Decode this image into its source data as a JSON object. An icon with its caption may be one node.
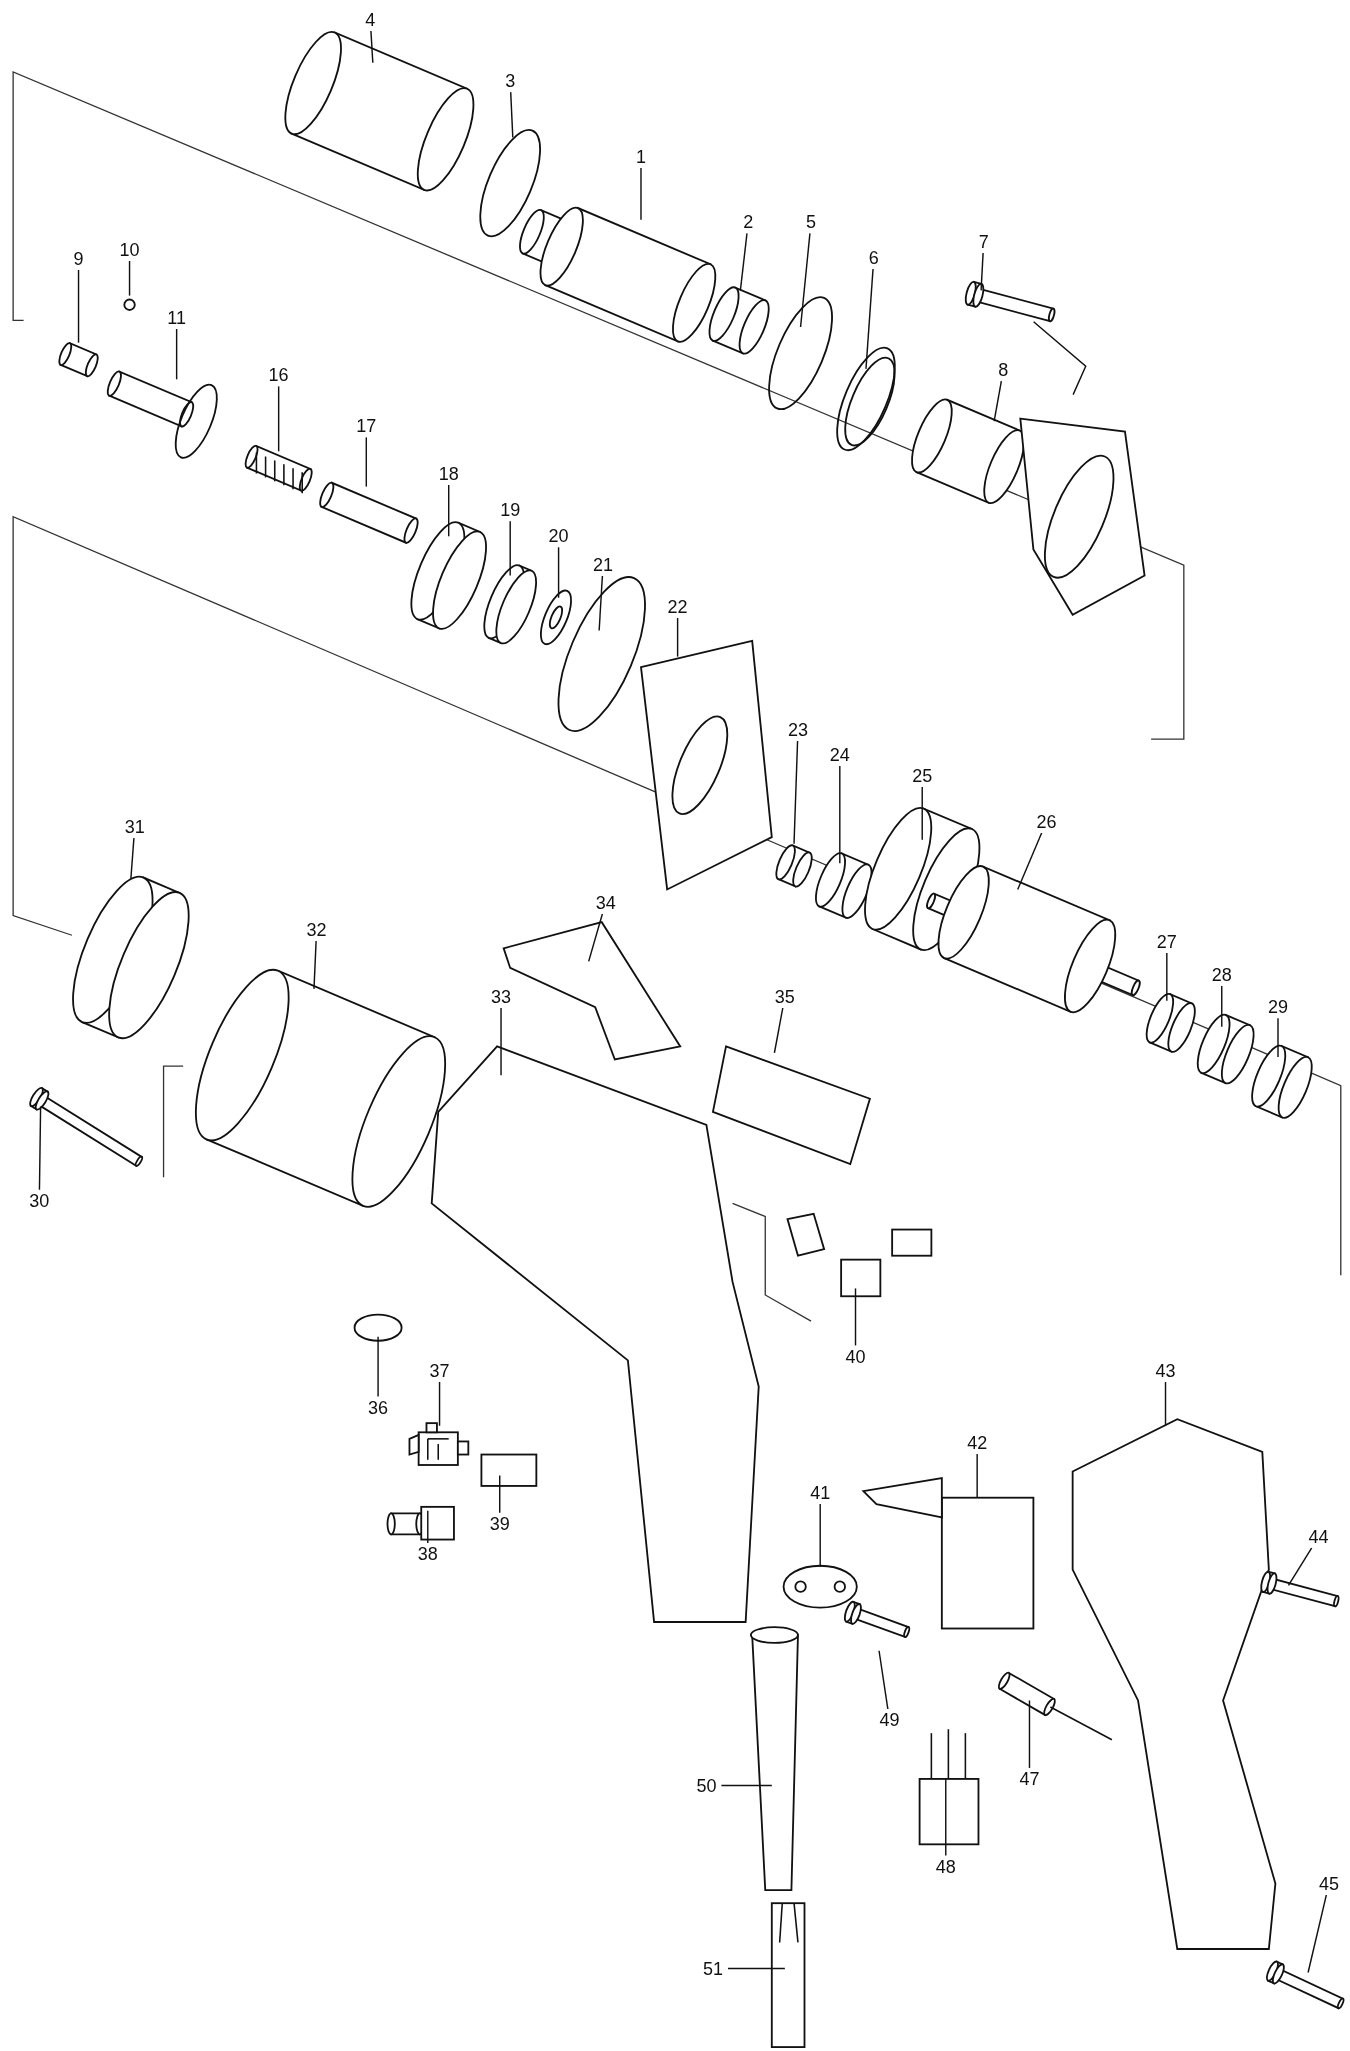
{
  "diagram": {
    "nodes": [
      {
        "text": [
          "1"
        ]
      },
      {
        "text": [
          "2"
        ]
      },
      {
        "text": [
          "3"
        ]
      },
      {
        "text": [
          "4"
        ]
      },
      {
        "text": [
          "5"
        ]
      },
      {
        "text": [
          "6"
        ]
      },
      {
        "text": [
          "7"
        ]
      },
      {
        "text": [
          "8"
        ]
      },
      {
        "text": [
          "9"
        ]
      },
      {
        "text": [
          "10"
        ]
      },
      {
        "text": [
          "11"
        ]
      },
      {
        "text": [
          "16"
        ]
      },
      {
        "text": [
          "17"
        ]
      },
      {
        "text": [
          "18"
        ]
      },
      {
        "text": [
          "19"
        ]
      },
      {
        "text": [
          "20"
        ]
      },
      {
        "text": [
          "21"
        ]
      },
      {
        "text": [
          "22"
        ]
      },
      {
        "text": [
          "23"
        ]
      },
      {
        "text": [
          "24"
        ]
      },
      {
        "text": [
          "25"
        ]
      },
      {
        "text": [
          "26"
        ]
      },
      {
        "text": [
          "27"
        ]
      },
      {
        "text": [
          "28"
        ]
      },
      {
        "text": [
          "29"
        ]
      },
      {
        "text": [
          "30"
        ]
      },
      {
        "text": [
          "31"
        ]
      },
      {
        "text": [
          "32"
        ]
      },
      {
        "text": [
          "33"
        ]
      },
      {
        "text": [
          "34"
        ]
      },
      {
        "text": [
          "35"
        ]
      },
      {
        "text": [
          "36"
        ]
      },
      {
        "text": [
          "37"
        ]
      },
      {
        "text": [
          "38"
        ]
      },
      {
        "text": [
          "39"
        ]
      },
      {
        "text": [
          "40"
        ]
      },
      {
        "text": [
          "41"
        ]
      },
      {
        "text": [
          "42"
        ]
      },
      {
        "text": [
          "43"
        ]
      },
      {
        "text": [
          "44"
        ]
      },
      {
        "text": [
          "45"
        ]
      },
      {
        "text": [
          "47"
        ]
      },
      {
        "text": [
          "48"
        ]
      },
      {
        "text": [
          "49"
        ]
      },
      {
        "text": [
          "50"
        ]
      },
      {
        "text": [
          "51"
        ]
      },
      {
        "text": [],
        "shape": "picture"
      },
      {
        "text": [],
        "shape": "picture"
      },
      {
        "text": [],
        "shape": "circle"
      },
      {
        "text": [],
        "shape": "picture"
      },
      {
        "text": [],
        "shape": "circle"
      },
      {
        "text": [],
        "shape": "picture"
      },
      {
        "text": [],
        "shape": "picture"
      },
      {
        "text": [],
        "shape": "picture"
      },
      {
        "text": [],
        "shape": "picture"
      },
      {
        "text": [],
        "shape": "circle"
      },
      {
        "text": [],
        "shape": "picture"
      },
      {
        "text": [],
        "shape": "picture"
      },
      {
        "text": [],
        "shape": "picture"
      },
      {
        "text": [],
        "shape": "picture"
      },
      {
        "text": [],
        "shape": "picture"
      },
      {
        "text": [],
        "shape": "picture"
      },
      {
        "text": [],
        "shape": "circle"
      },
      {
        "text": [],
        "shape": "picture"
      },
      {
        "text": [],
        "shape": "picture"
      },
      {
        "text": [],
        "shape": "picture"
      },
      {
        "text": [],
        "shape": "picture"
      },
      {
        "text": [],
        "shape": "picture"
      },
      {
        "text": [],
        "shape": "picture"
      },
      {
        "text": [],
        "shape": "picture"
      },
      {
        "text": [],
        "shape": "picture"
      },
      {
        "text": [],
        "shape": "picture"
      },
      {
        "text": [],
        "shape": "picture"
      },
      {
        "text": [],
        "shape": "picture"
      },
      {
        "text": [],
        "shape": "picture"
      },
      {
        "text": [],
        "shape": "picture"
      },
      {
        "text": [],
        "shape": "picture"
      },
      {
        "text": [],
        "shape": "picture"
      },
      {
        "text": [],
        "shape": "picture"
      },
      {
        "text": [],
        "shape": "picture"
      },
      {
        "text": [],
        "shape": "picture"
      },
      {
        "text": [],
        "shape": "picture"
      },
      {
        "text": [],
        "shape": "picture"
      },
      {
        "text": [],
        "shape": "picture"
      },
      {
        "text": [],
        "shape": "picture"
      },
      {
        "text": [],
        "shape": "picture"
      },
      {
        "text": [],
        "shape": "picture"
      },
      {
        "text": [],
        "shape": "picture"
      },
      {
        "text": [],
        "shape": "picture"
      },
      {
        "text": [],
        "shape": "picture"
      },
      {
        "text": [],
        "shape": "picture"
      },
      {
        "text": [],
        "shape": "picture"
      }
    ],
    "edges": [
      {
        "from": 0,
        "to": 46,
        "arrow": "none"
      },
      {
        "from": 1,
        "to": 47,
        "arrow": "none"
      },
      {
        "from": 2,
        "to": 48,
        "arrow": "none"
      },
      {
        "from": 3,
        "to": 49,
        "arrow": "none"
      },
      {
        "from": 4,
        "to": 50,
        "arrow": "none"
      },
      {
        "from": 5,
        "to": 51,
        "arrow": "none"
      },
      {
        "from": 6,
        "to": 52,
        "arrow": "none"
      },
      {
        "from": 7,
        "to": 53,
        "arrow": "none"
      },
      {
        "from": 8,
        "to": 54,
        "arrow": "none"
      },
      {
        "from": 9,
        "to": 55,
        "arrow": "none"
      },
      {
        "from": 10,
        "to": 56,
        "arrow": "none"
      },
      {
        "from": 11,
        "to": 57,
        "arrow": "none"
      },
      {
        "from": 12,
        "to": 58,
        "arrow": "none"
      },
      {
        "from": 13,
        "to": 59,
        "arrow": "none"
      },
      {
        "from": 14,
        "to": 60,
        "arrow": "none"
      },
      {
        "from": 15,
        "to": 61,
        "arrow": "none"
      },
      {
        "from": 16,
        "to": 62,
        "arrow": "none"
      },
      {
        "from": 17,
        "to": 63,
        "arrow": "none"
      },
      {
        "from": 18,
        "to": 64,
        "arrow": "none"
      },
      {
        "from": 19,
        "to": 65,
        "arrow": "none"
      },
      {
        "from": 20,
        "to": 66,
        "arrow": "none"
      },
      {
        "from": 21,
        "to": 67,
        "arrow": "none"
      },
      {
        "from": 22,
        "to": 68,
        "arrow": "none"
      },
      {
        "from": 23,
        "to": 69,
        "arrow": "none"
      },
      {
        "from": 24,
        "to": 70,
        "arrow": "none"
      },
      {
        "from": 25,
        "to": 71,
        "arrow": "none"
      },
      {
        "from": 26,
        "to": 72,
        "arrow": "none"
      },
      {
        "from": 27,
        "to": 73,
        "arrow": "none"
      },
      {
        "from": 28,
        "to": 74,
        "arrow": "none"
      },
      {
        "from": 29,
        "to": 75,
        "arrow": "none"
      },
      {
        "from": 30,
        "to": 76,
        "arrow": "none"
      },
      {
        "from": 31,
        "to": 77,
        "arrow": "none"
      },
      {
        "from": 32,
        "to": 78,
        "arrow": "none"
      },
      {
        "from": 33,
        "to": 79,
        "arrow": "none"
      },
      {
        "from": 34,
        "to": 80,
        "arrow": "none"
      },
      {
        "from": 35,
        "to": 81,
        "arrow": "none"
      },
      {
        "from": 36,
        "to": 82,
        "arrow": "none"
      },
      {
        "from": 37,
        "to": 83,
        "arrow": "none"
      },
      {
        "from": 38,
        "to": 84,
        "arrow": "none"
      },
      {
        "from": 39,
        "to": 85,
        "arrow": "none"
      },
      {
        "from": 40,
        "to": 86,
        "arrow": "none"
      },
      {
        "from": 41,
        "to": 87,
        "arrow": "none"
      },
      {
        "from": 42,
        "to": 88,
        "arrow": "none"
      },
      {
        "from": 43,
        "to": 89,
        "arrow": "none"
      },
      {
        "from": 44,
        "to": 90,
        "arrow": "none"
      },
      {
        "from": 45,
        "to": 91,
        "arrow": "none"
      },
      {
        "from": 52,
        "to": 53,
        "arrow": "none"
      }
    ]
  }
}
